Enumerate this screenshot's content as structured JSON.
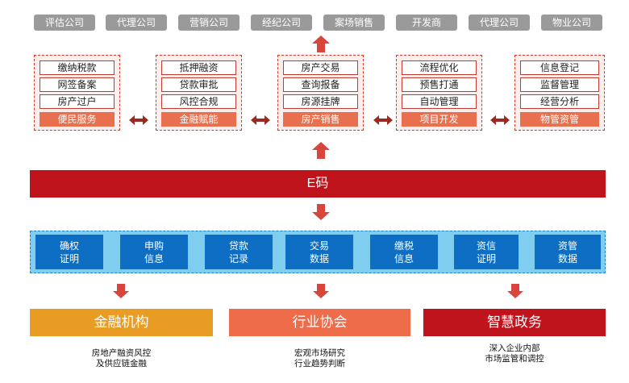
{
  "top_labels": [
    "评估公司",
    "代理公司",
    "营销公司",
    "经纪公司",
    "案场销售",
    "开发商",
    "代理公司",
    "物业公司"
  ],
  "panels": [
    {
      "items": [
        "缴纳税款",
        "网签备案",
        "房产过户"
      ],
      "highlight": "便民服务"
    },
    {
      "items": [
        "抵押融资",
        "贷款审批",
        "风控合规"
      ],
      "highlight": "金融赋能"
    },
    {
      "items": [
        "房产交易",
        "查询报备",
        "房源挂牌"
      ],
      "highlight": "房产销售"
    },
    {
      "items": [
        "流程优化",
        "预售打通",
        "自动管理"
      ],
      "highlight": "项目开发"
    },
    {
      "items": [
        "信息登记",
        "监督管理",
        "经营分析"
      ],
      "highlight": "物管资管"
    }
  ],
  "center_bar": "E码",
  "data_items": [
    "确权\n证明",
    "申购\n信息",
    "贷款\n记录",
    "交易\n数据",
    "缴税\n信息",
    "资信\n证明",
    "资管\n数据"
  ],
  "categories": [
    {
      "label": "金融机构",
      "color": "#e89c24",
      "desc": "房地产融资风控\n及供应链金融"
    },
    {
      "label": "行业协会",
      "color": "#ee6c4a",
      "desc": "宏观市场研究\n行业趋势判断"
    },
    {
      "label": "智慧政务",
      "color": "#c0141d",
      "desc": "深入企业内部\n市场监管和调控"
    }
  ],
  "colors": {
    "red": "#c0141d",
    "arrow": "#d8453a",
    "blue": "#0d6ec3",
    "light_blue": "#7fcef0",
    "gray": "#9a9a9a"
  }
}
